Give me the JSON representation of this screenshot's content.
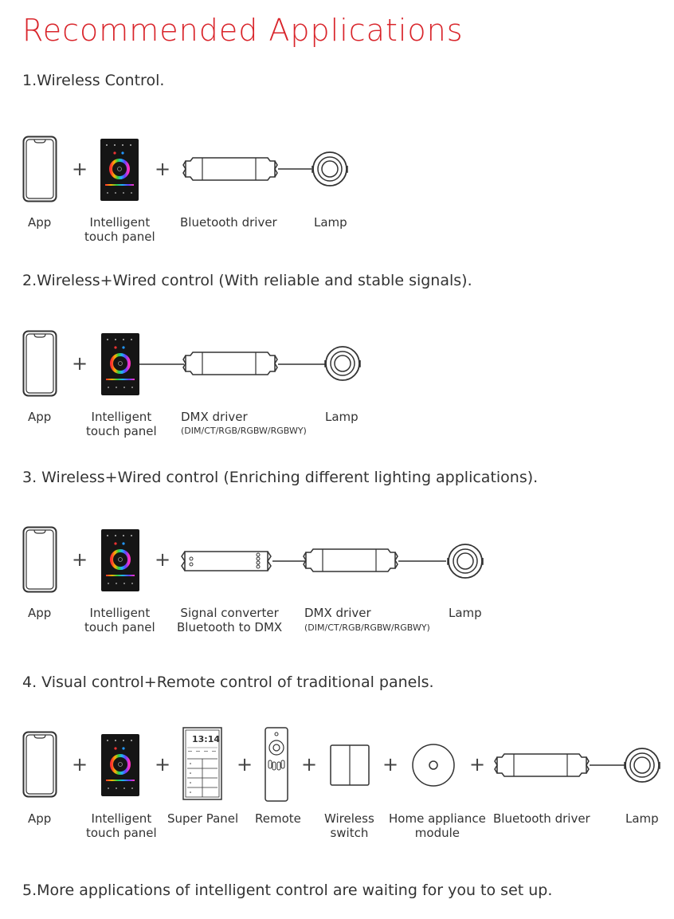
{
  "title": "Recommended Applications",
  "sections": [
    {
      "heading": "1.Wireless Control.",
      "labels": {
        "app": "App",
        "panel": "Intelligent\ntouch panel",
        "driver": "Bluetooth driver",
        "lamp": "Lamp"
      }
    },
    {
      "heading": "2.Wireless+Wired control (With reliable and stable signals).",
      "labels": {
        "app": "App",
        "panel": "Intelligent\ntouch panel",
        "driver": "DMX driver",
        "driver_sub": "(DIM/CT/RGB/RGBW/RGBWY)",
        "lamp": "Lamp"
      }
    },
    {
      "heading": "3. Wireless+Wired control (Enriching different lighting applications).",
      "labels": {
        "app": "App",
        "panel": "Intelligent\ntouch panel",
        "converter": "Signal converter\nBluetooth to DMX",
        "driver": "DMX driver",
        "driver_sub": "(DIM/CT/RGB/RGBW/RGBWY)",
        "lamp": "Lamp"
      }
    },
    {
      "heading": "4. Visual control+Remote control of traditional panels.",
      "labels": {
        "app": "App",
        "panel": "Intelligent\ntouch panel",
        "super_panel": "Super Panel",
        "remote": "Remote",
        "switch": "Wireless\nswitch",
        "module": "Home appliance\nmodule",
        "driver": "Bluetooth driver",
        "lamp": "Lamp"
      },
      "super_panel_screen": {
        "time": "13:14"
      }
    },
    {
      "heading": "5.More applications of intelligent control are waiting for you to set up."
    }
  ],
  "plus_sign": "+",
  "icons": [
    "phone-icon",
    "touch-panel-icon",
    "driver-icon",
    "lamp-icon",
    "converter-icon",
    "super-panel-icon",
    "remote-icon",
    "wireless-switch-icon",
    "module-icon"
  ]
}
